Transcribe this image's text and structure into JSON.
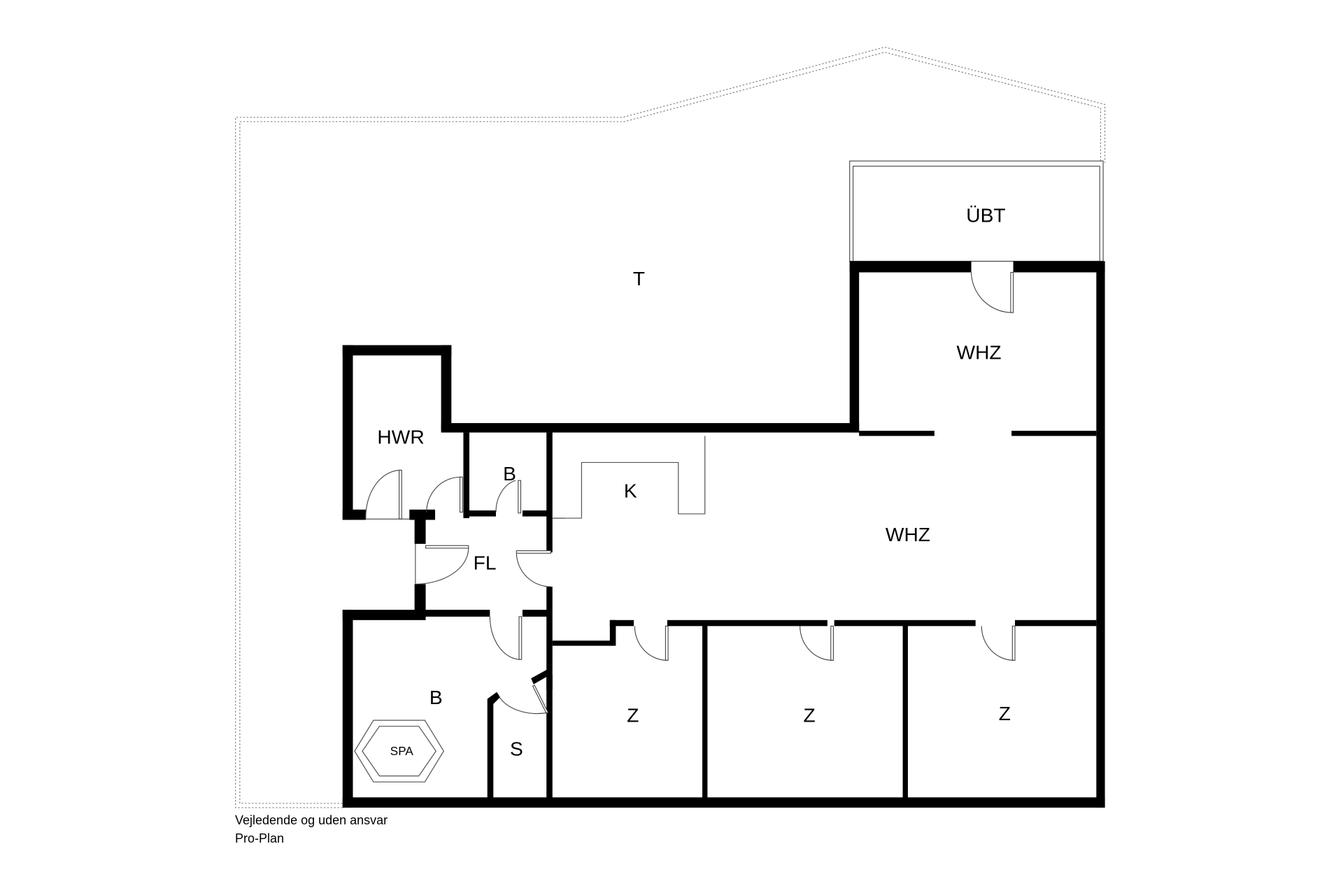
{
  "plan": {
    "rooms": {
      "terrace": "T",
      "covered_terrace": "ÜBT",
      "living_upper": "WHZ",
      "living_main": "WHZ",
      "utility": "HWR",
      "bath_small": "B",
      "hall": "FL",
      "kitchen": "K",
      "bath_large": "B",
      "spa": "SPA",
      "sauna": "S",
      "bedroom_1": "Z",
      "bedroom_2": "Z",
      "bedroom_3": "Z"
    },
    "colors": {
      "wall": "#000000",
      "background": "#ffffff",
      "outline": "#888888"
    }
  },
  "footer": {
    "disclaimer": "Vejledende og uden ansvar",
    "brand": "Pro-Plan"
  }
}
